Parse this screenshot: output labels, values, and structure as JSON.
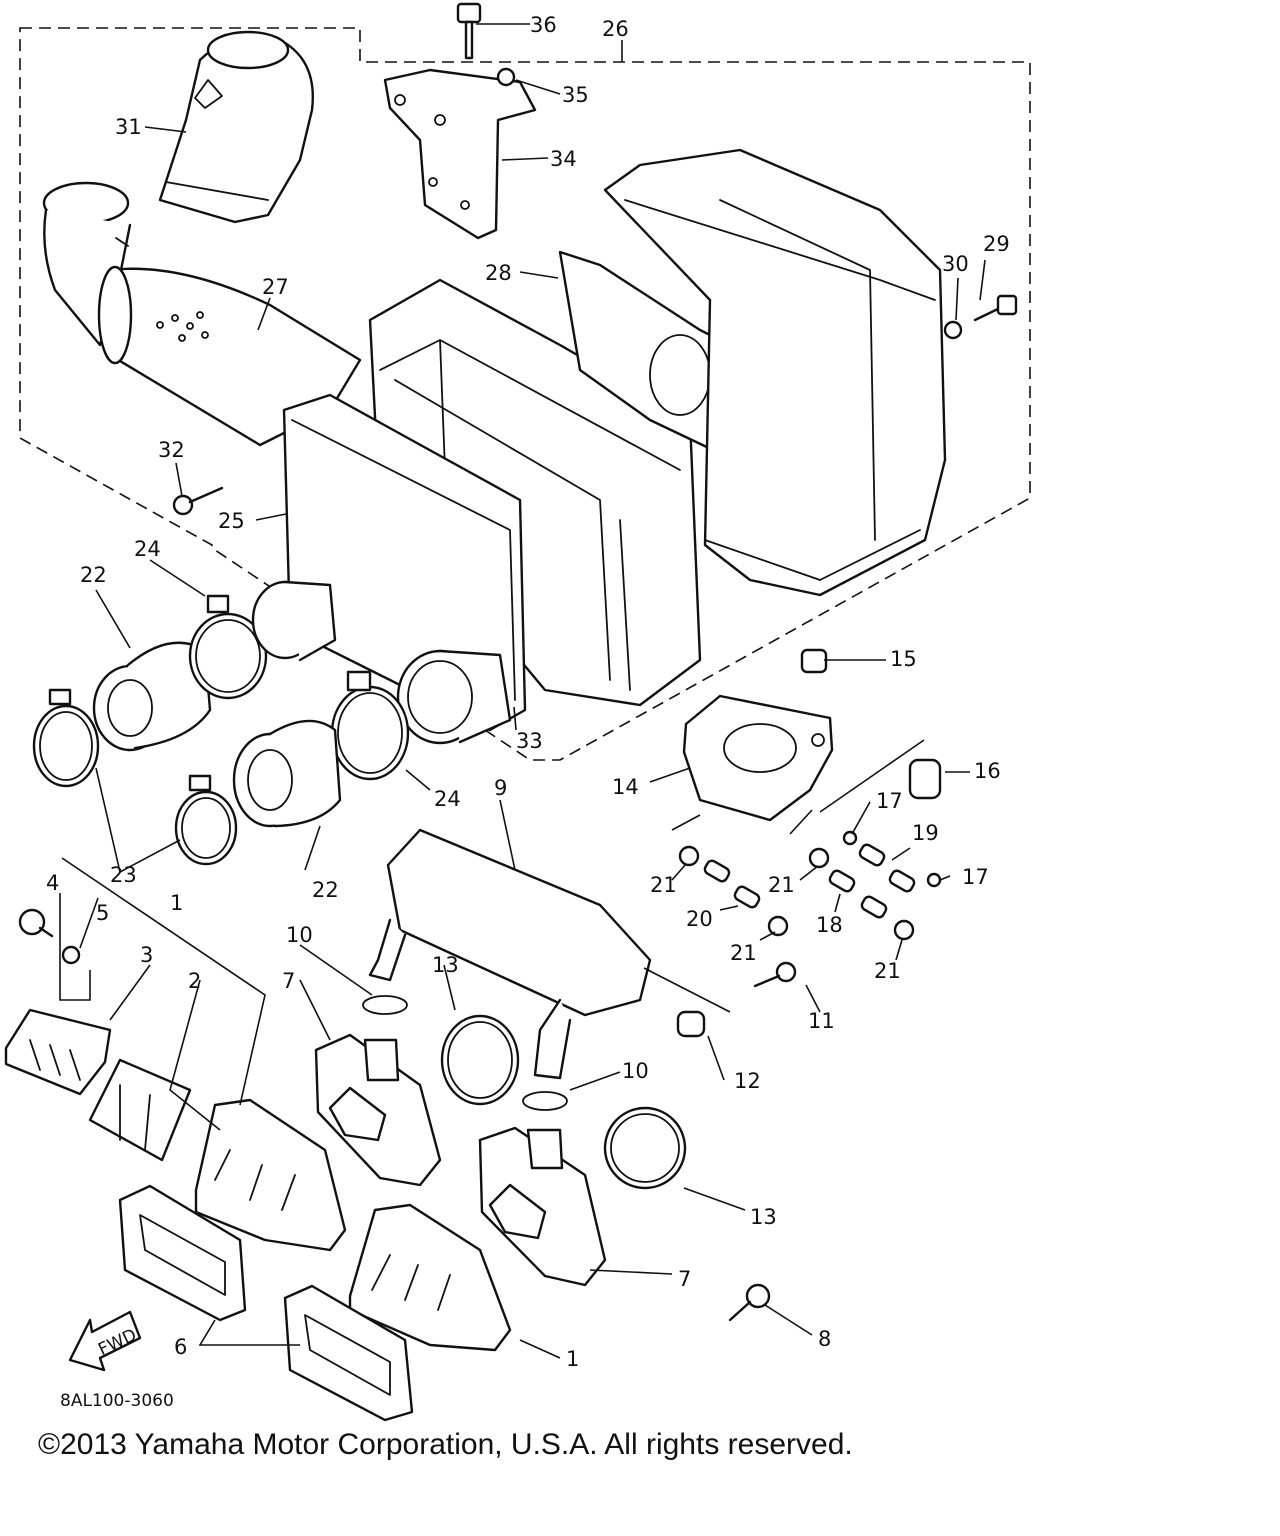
{
  "diagram": {
    "part_code": "8AL100-3060",
    "fwd_label": "FWD",
    "callouts": [
      "1",
      "1",
      "2",
      "3",
      "4",
      "5",
      "6",
      "7",
      "7",
      "8",
      "9",
      "10",
      "10",
      "11",
      "12",
      "13",
      "13",
      "14",
      "15",
      "16",
      "17",
      "17",
      "18",
      "19",
      "20",
      "21",
      "21",
      "21",
      "21",
      "22",
      "22",
      "23",
      "24",
      "24",
      "25",
      "26",
      "27",
      "28",
      "29",
      "30",
      "31",
      "32",
      "33",
      "34",
      "35",
      "36"
    ]
  },
  "footer": {
    "copyright": "©2013 Yamaha Motor Corporation, U.S.A. All rights reserved."
  }
}
